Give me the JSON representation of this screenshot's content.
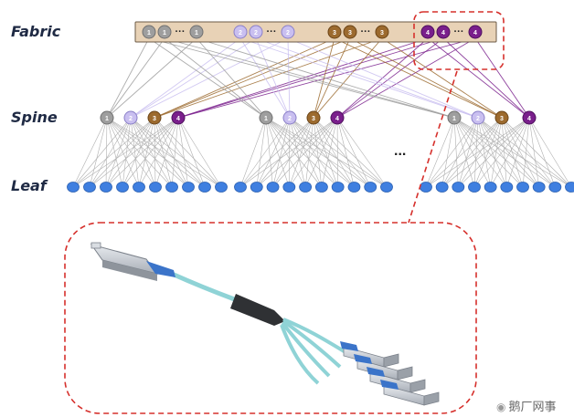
{
  "labels": {
    "fabric": "Fabric",
    "spine": "Spine",
    "leaf": "Leaf"
  },
  "ellipsis": "...",
  "node_dots": "···",
  "fabric_groups": [
    {
      "plane": "1",
      "color": "#9e9e9e",
      "stroke": "#707070",
      "text": "#ffffff"
    },
    {
      "plane": "2",
      "color": "#c9bff0",
      "stroke": "#8a7fc8",
      "text": "#ffffff"
    },
    {
      "plane": "3",
      "color": "#9c6a2e",
      "stroke": "#6b4418",
      "text": "#ffffff"
    },
    {
      "plane": "4",
      "color": "#7a1f8c",
      "stroke": "#4d0f5c",
      "text": "#ffffff"
    }
  ],
  "spine_pods": [
    {
      "nodes": [
        "1",
        "2",
        "3",
        "4"
      ]
    },
    {
      "nodes": [
        "1",
        "2",
        "3",
        "4"
      ]
    },
    {
      "nodes": [
        "1",
        "2",
        "3",
        "4"
      ]
    }
  ],
  "colors": {
    "fabric_box": "#e8d2b6",
    "fabric_box_border": "#6b5a45",
    "leaf": "#3f7fe0",
    "leaf_border": "#2a5fb0",
    "leaf_links": "#b0b0b0",
    "dashed": "#d6302c",
    "cable": "#8fd3d6",
    "module": "#c9ced6",
    "latch": "#3b74c9"
  },
  "watermark": {
    "icon": "wechat-icon",
    "text": "鹅厂网事"
  }
}
